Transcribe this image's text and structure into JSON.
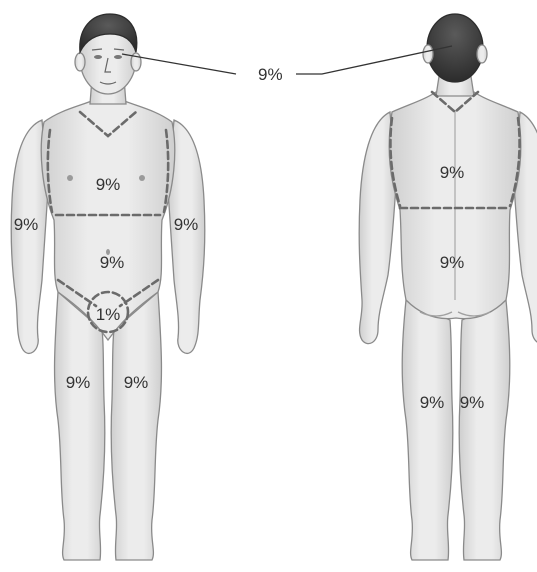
{
  "diagram": {
    "shared_label": "9%",
    "front": {
      "head": "9%",
      "torso": "9%",
      "arm_right": "9%",
      "arm_left": "9%",
      "abdomen": "9%",
      "genitals": "1%",
      "leg_right": "9%",
      "leg_left": "9%"
    },
    "back": {
      "upper_back": "9%",
      "lower_back": "9%",
      "leg_left": "9%",
      "leg_right": "9%"
    }
  },
  "colors": {
    "skin": "#e6e6e6",
    "skin_shade": "#c9c9c9",
    "outline": "#8a8a8a",
    "hair": "#3b3b3b",
    "dash": "#6b6b6b",
    "text": "#333333"
  }
}
